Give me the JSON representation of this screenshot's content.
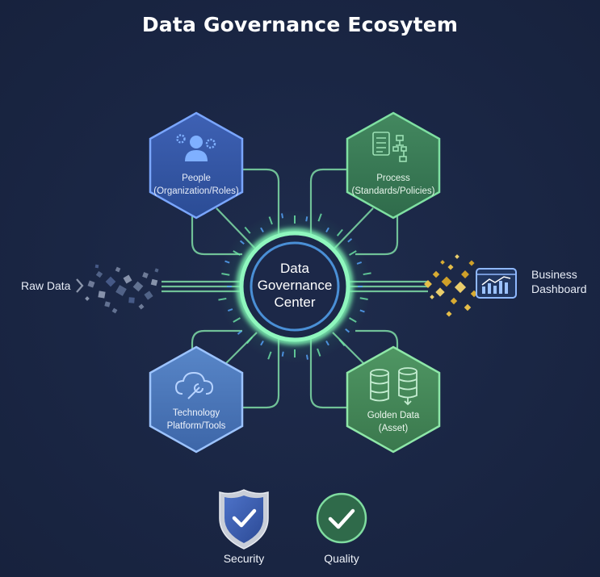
{
  "title": "Data Governance Ecosytem",
  "center": {
    "line1": "Data",
    "line2": "Governance",
    "line3": "Center"
  },
  "nodes": {
    "people": {
      "line1": "People",
      "line2": "(Organization/Roles)",
      "icon": "person-gears-icon",
      "color": "#4f74c8"
    },
    "process": {
      "line1": "Process",
      "line2": "(Standards/Policies)",
      "icon": "checklist-flowchart-icon",
      "color": "#4f9a72"
    },
    "technology": {
      "line1": "Technology",
      "line2": "Platform/Tools",
      "icon": "cloud-wrench-icon",
      "color": "#5f8fd1"
    },
    "golden": {
      "line1": "Golden Data",
      "line2": "(Asset)",
      "icon": "database-icon",
      "color": "#58a06f"
    }
  },
  "inputs": {
    "raw_data": "Raw Data"
  },
  "outputs": {
    "dashboard_line1": "Business",
    "dashboard_line2": "Dashboard"
  },
  "badges": {
    "security": "Security",
    "quality": "Quality"
  },
  "colors": {
    "background": "#1a2644",
    "line": "#8fe3b0",
    "glow": "#5cf0a0",
    "gold": "#e7b93a"
  }
}
